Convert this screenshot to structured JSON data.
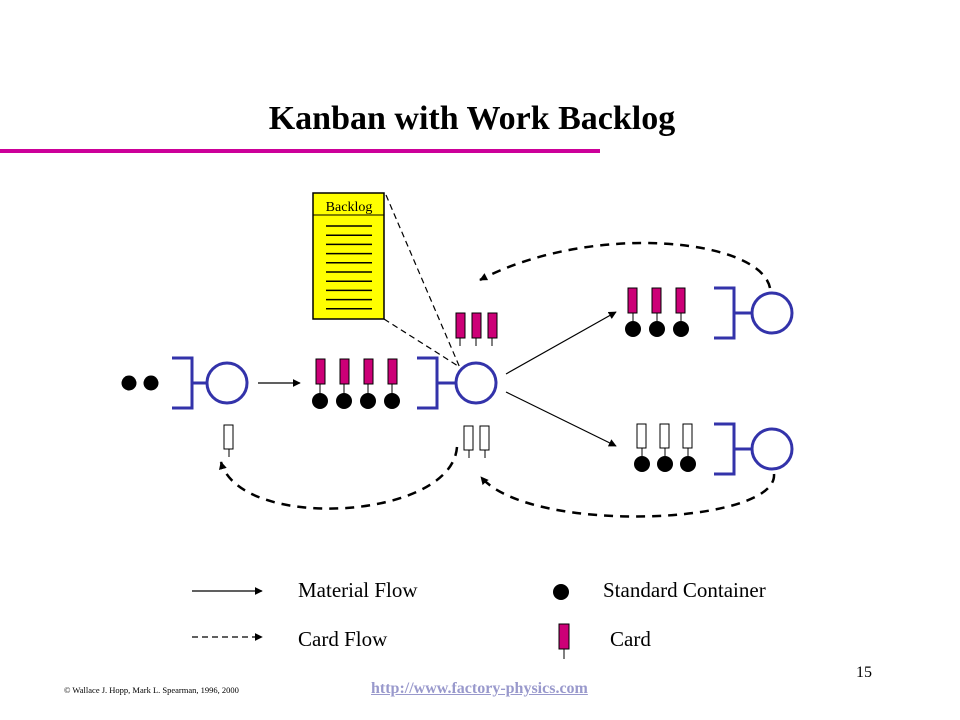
{
  "title": "Kanban with Work Backlog",
  "backlog": {
    "label": "Backlog",
    "line_count": 10
  },
  "legend": {
    "material_flow": "Material Flow",
    "card_flow": "Card Flow",
    "standard_container": "Standard Container",
    "card": "Card"
  },
  "footer": {
    "copyright": "© Wallace J. Hopp, Mark L. Spearman, 1996, 2000",
    "url": "http://www.factory-physics.com",
    "page_number": "15"
  },
  "colors": {
    "accent": "#cc0099",
    "card": "#cc0077",
    "station": "#3333aa",
    "backlog_fill": "#ffff00",
    "link": "#9999cc"
  }
}
